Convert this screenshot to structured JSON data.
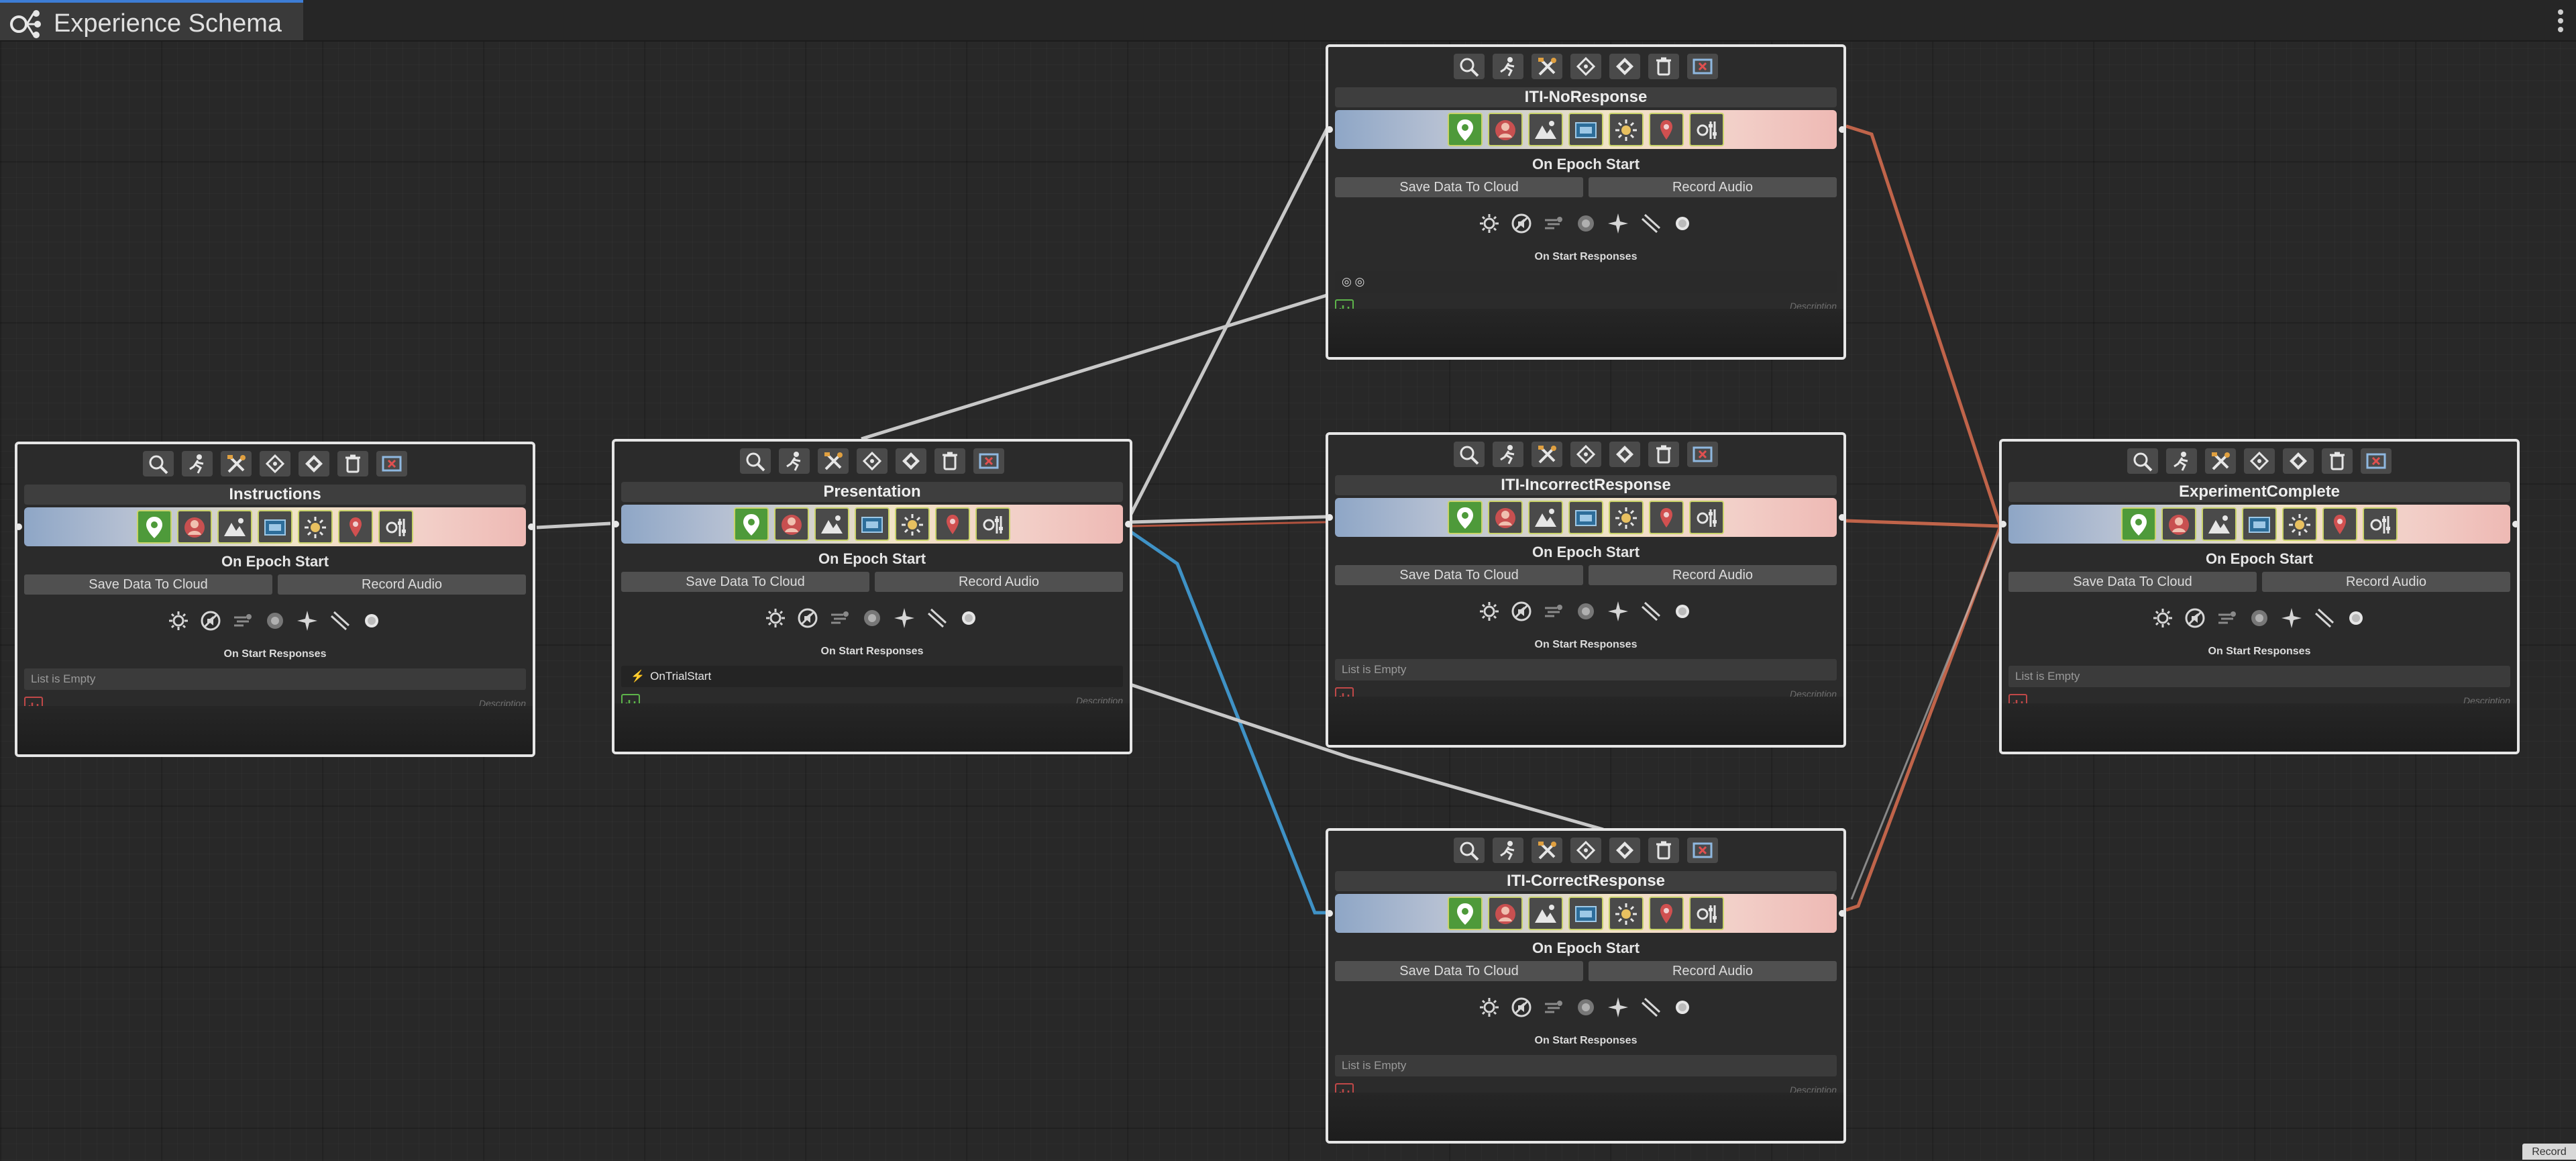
{
  "window": {
    "title": "Experience Schema"
  },
  "labels": {
    "epoch": "On Epoch Start",
    "save": "Save Data To Cloud",
    "record_audio": "Record Audio",
    "on_start": "On Start Responses",
    "empty": "List is Empty",
    "description": "Description"
  },
  "nodes": [
    {
      "title": "Instructions"
    },
    {
      "title": "Presentation",
      "trigger": "OnTrialStart"
    },
    {
      "title": "ITI-NoResponse"
    },
    {
      "title": "ITI-IncorrectResponse"
    },
    {
      "title": "ITI-CorrectResponse"
    },
    {
      "title": "ExperimentComplete"
    }
  ],
  "colors": {
    "edge_default": "#c8c8c8",
    "edge_correct": "#3f92c6",
    "edge_exit": "#c0644a",
    "accent": "#3d7dd6"
  },
  "footer": {
    "record_label": "Record"
  }
}
